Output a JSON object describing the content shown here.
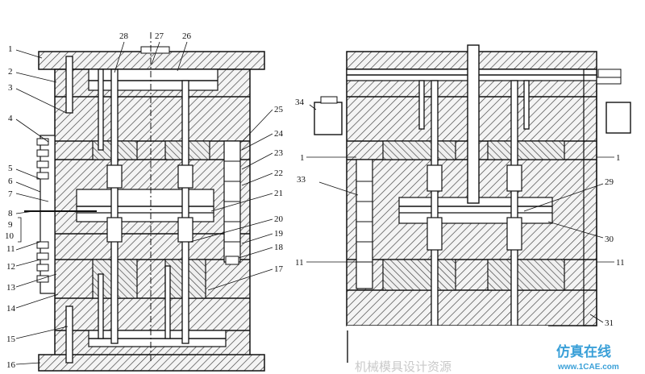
{
  "left_labels": [
    "1",
    "2",
    "3",
    "4",
    "5",
    "6",
    "7",
    "8",
    "9",
    "10",
    "11",
    "12",
    "13",
    "14",
    "15",
    "16"
  ],
  "left_top_labels": [
    "28",
    "27",
    "26"
  ],
  "left_right_labels": [
    "25",
    "24",
    "23",
    "22",
    "21",
    "20",
    "19",
    "18",
    "17"
  ],
  "right_labels": {
    "l34": "34",
    "l1a": "1",
    "l1b": "1",
    "l33": "33",
    "l29": "29",
    "l30": "30",
    "l11a": "11",
    "l11b": "11",
    "l31": "31"
  },
  "watermark": {
    "cn": "仿真在线",
    "en": "www.1CAE.com",
    "faint": "机械模具设计资源"
  },
  "colors": {
    "line": "#1a1a1a",
    "hatch": "#333333",
    "accent": "#3aa0d8"
  }
}
